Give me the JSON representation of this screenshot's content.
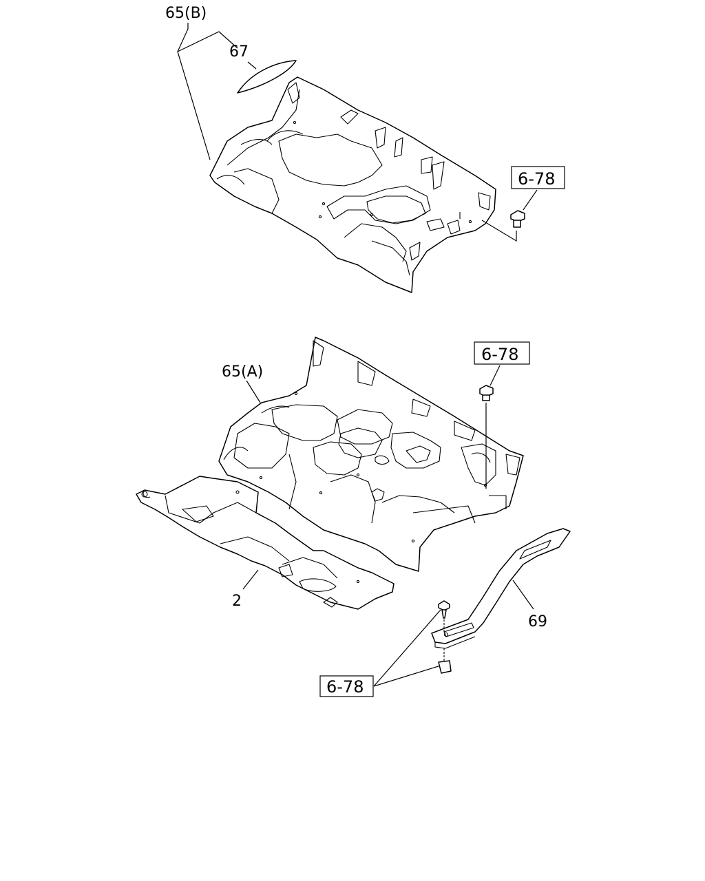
{
  "callouts": {
    "part_65b": "65(B)",
    "part_67": "67",
    "part_65a": "65(A)",
    "part_2": "2",
    "part_69": "69"
  },
  "references": {
    "ref_top": "6-78",
    "ref_middle": "6-78",
    "ref_bottom": "6-78"
  }
}
